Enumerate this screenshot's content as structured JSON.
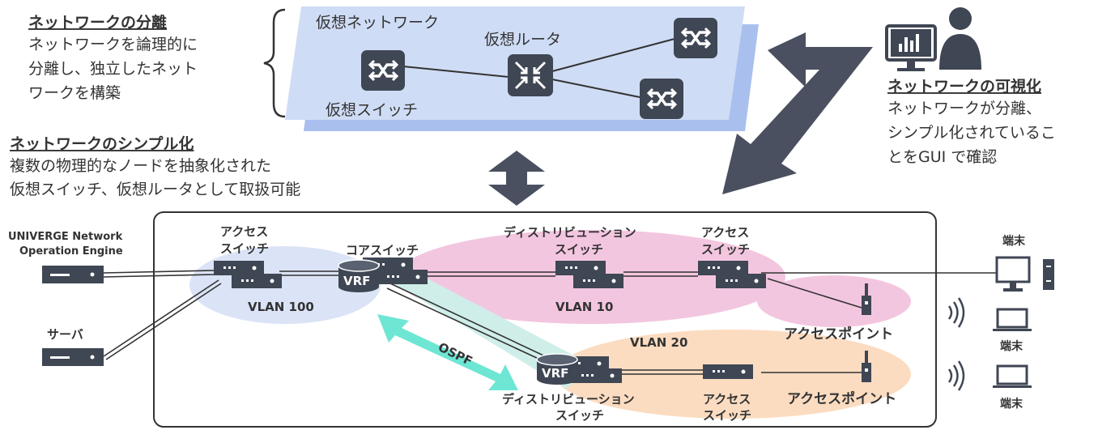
{
  "colors": {
    "text": "#333333",
    "device": "#3f4654",
    "virtual_panel": "#cfdcf5",
    "virtual_panel_shadow": "#a9bfee",
    "vlan100": "#dbe3f6",
    "vlan10": "#f3c6df",
    "vlan20": "#fbdcc1",
    "ospf": "#6ee6d4"
  },
  "left_notes": {
    "separation_title": "ネットワークの分離",
    "separation_lines": [
      "ネットワークを論理的に",
      "分離し、独立したネット",
      "ワークを構築"
    ],
    "simplify_title": "ネットワークのシンプル化",
    "simplify_lines": [
      "複数の物理的なノードを抽象化された",
      "仮想スイッチ、仮想ルータとして取扱可能"
    ]
  },
  "right_notes": {
    "visualize_title": "ネットワークの可視化",
    "visualize_lines": [
      "ネットワークが分離、",
      "シンプル化されているこ",
      "とをGUI で確認"
    ]
  },
  "virtual": {
    "panel_label": "仮想ネットワーク",
    "router_label": "仮想ルータ",
    "switch_label": "仮想スイッチ"
  },
  "physical": {
    "noe_label_1": "UNIVERGE  Network",
    "noe_label_2": "Operation Engine",
    "server_label": "サーバ",
    "access_switch_1_a": "アクセス",
    "access_switch_1_b": "スイッチ",
    "core_switch": "コアスイッチ",
    "dist_switch_a": "ディストリビューション",
    "dist_switch_b": "スイッチ",
    "access_switch_2_a": "アクセス",
    "access_switch_2_b": "スイッチ",
    "vrf": "VRF",
    "vlan100": "VLAN 100",
    "vlan10": "VLAN 10",
    "vlan20": "VLAN 20",
    "ospf": "OSPF",
    "ap_label_1": "アクセスポイント",
    "ap_label_2": "アクセスポイント",
    "dist_switch2_a": "ディストリビューション",
    "dist_switch2_b": "スイッチ",
    "access_switch_3_a": "アクセス",
    "access_switch_3_b": "スイッチ",
    "terminal_1": "端末",
    "terminal_2": "端末",
    "terminal_3": "端末"
  }
}
